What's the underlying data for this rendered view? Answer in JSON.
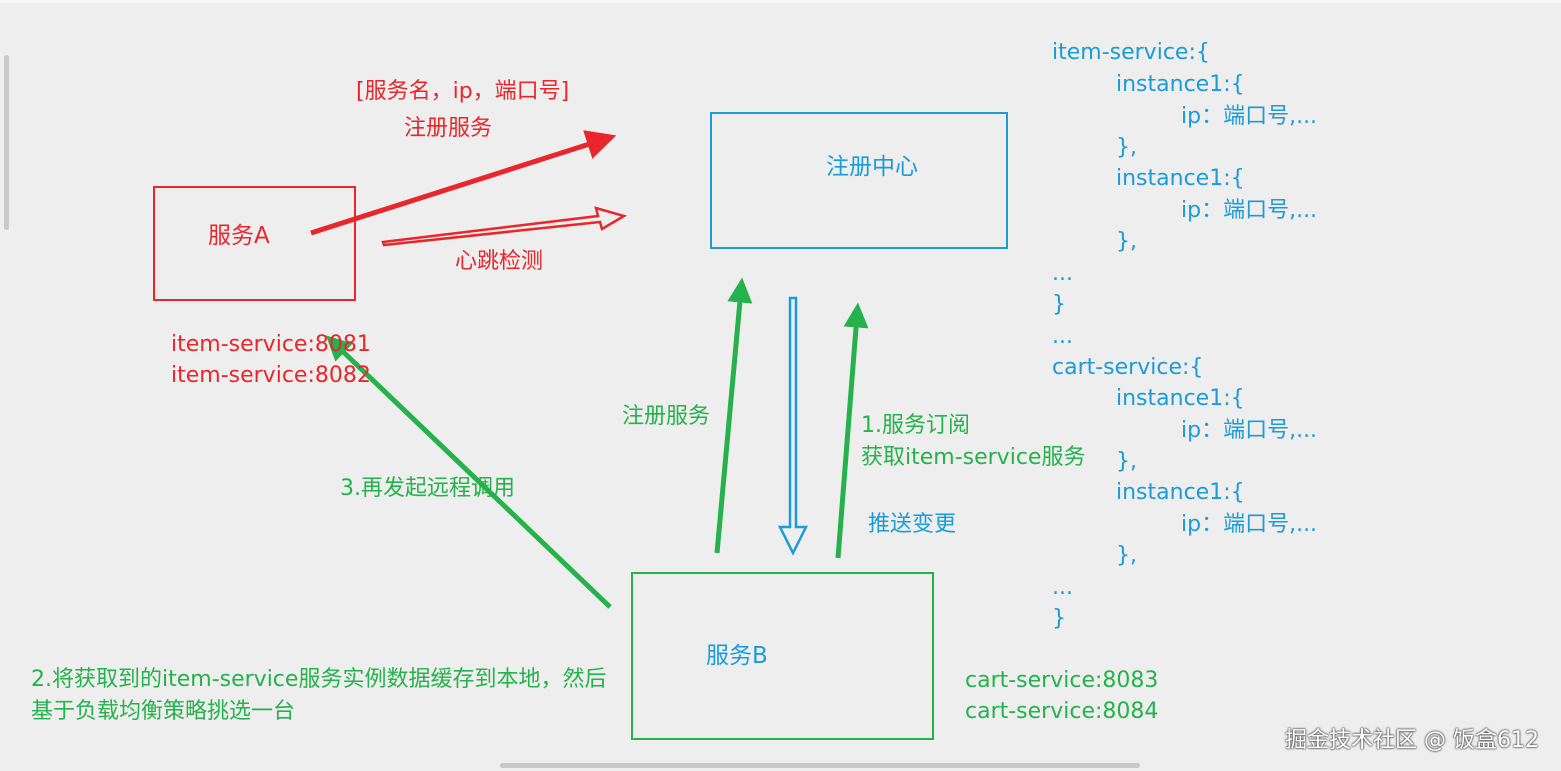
{
  "nodes": {
    "service_a": {
      "label": "服务A",
      "color": "#e8262c"
    },
    "registry": {
      "label": "注册中心",
      "color": "#1b9bd8"
    },
    "service_b": {
      "label": "服务B",
      "color": "#25b14c"
    }
  },
  "labels": {
    "register_tuple": "[服务名，ip，端口号]",
    "register_service_red": "注册服务",
    "heartbeat": "心跳检测",
    "instance_a1": "item-service:8081",
    "instance_a2": "item-service:8082",
    "register_service_green": "注册服务",
    "subscribe_line1": "1.服务订阅",
    "subscribe_line2": "获取item-service服务",
    "push_change": "推送变更",
    "remote_call": "3.再发起远程调用",
    "cache_line1": "2.将获取到的item-service服务实例数据缓存到本地，然后",
    "cache_line2": "基于负载均衡策略挑选一台",
    "instance_b1": "cart-service:8083",
    "instance_b2": "cart-service:8084"
  },
  "registry_json": [
    "item-service:{",
    "instance1:{",
    "ip：端口号,...",
    "},",
    "instance1:{",
    "ip：端口号,...",
    "},",
    "...",
    "}",
    "...",
    "cart-service:{",
    "instance1:{",
    "ip：端口号,...",
    "},",
    "instance1:{",
    "ip：端口号,...",
    "},",
    "...",
    "}"
  ],
  "watermark": "掘金技术社区 @ 饭盒612",
  "colors": {
    "red": "#e8262c",
    "green": "#25b14c",
    "blue": "#1b9bd8",
    "background": "#eeeeee"
  }
}
